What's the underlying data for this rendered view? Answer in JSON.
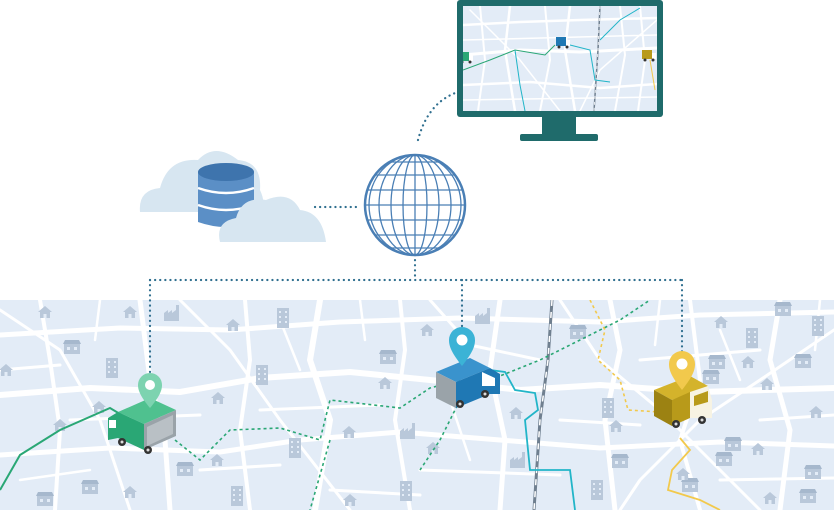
{
  "illustration": {
    "colors": {
      "map_background": "#e3ecf7",
      "road": "#ffffff",
      "building_icon": "#b9c8da",
      "connector_dots": "#2f6f8f",
      "globe": "#4a7fb5",
      "cloud": "#d7e6f1",
      "database": "#5b8fc6",
      "monitor_frame": "#1f6b6b",
      "railway": "#6f7f8f"
    },
    "vehicles": [
      {
        "name": "green-truck",
        "color": "#2aa775",
        "pin_color": "#7dd3b0",
        "route_color": "#2aa775"
      },
      {
        "name": "blue-truck",
        "color": "#1f78b4",
        "pin_color": "#3bb3d6",
        "route_color": "#22b5c8"
      },
      {
        "name": "yellow-truck",
        "color": "#b89a1a",
        "pin_color": "#f2c94c",
        "route_color": "#f2c94c"
      }
    ]
  }
}
